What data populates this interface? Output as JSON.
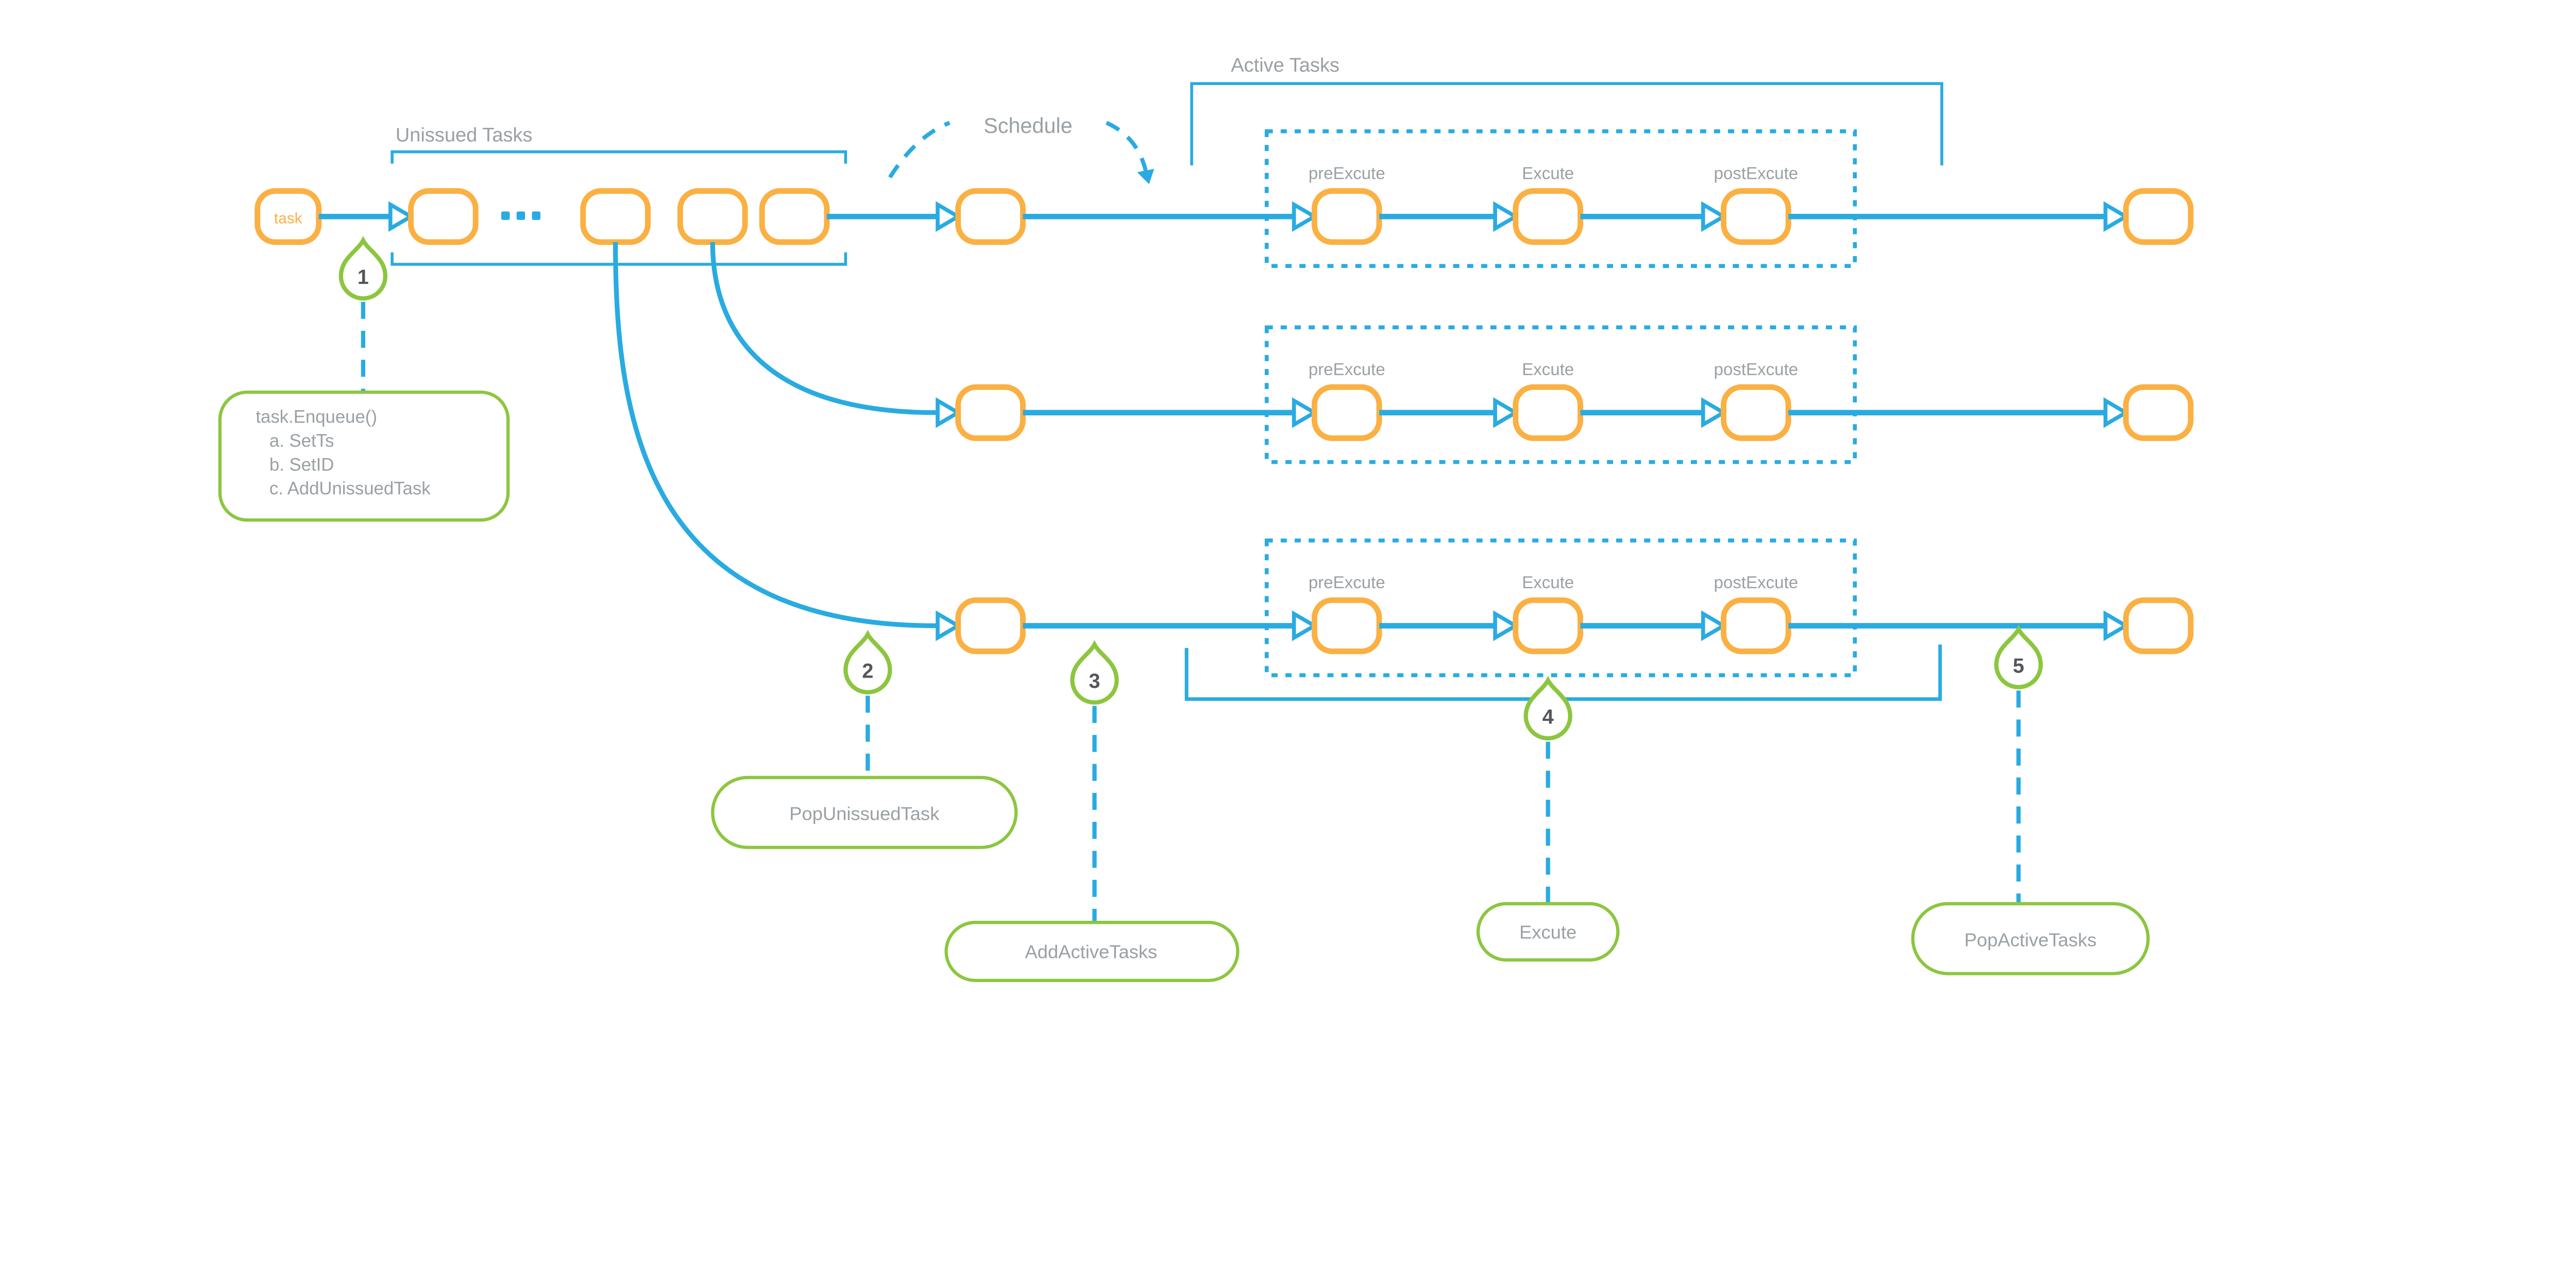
{
  "diagram": {
    "section_labels": {
      "unissued_tasks": "Unissued Tasks",
      "schedule": "Schedule",
      "active_tasks": "Active Tasks"
    },
    "task_node_label": "task",
    "stage_labels": {
      "pre": "preExcute",
      "main": "Excute",
      "post": "postExcute"
    },
    "markers": [
      {
        "number": "1",
        "note_lines": [
          "task.Enqueue()",
          "a. SetTs",
          "b. SetID",
          "c. AddUnissuedTask"
        ]
      },
      {
        "number": "2",
        "note": "PopUnissuedTask"
      },
      {
        "number": "3",
        "note": "AddActiveTasks"
      },
      {
        "number": "4",
        "note": "Excute"
      },
      {
        "number": "5",
        "note": "PopActiveTasks"
      }
    ],
    "colors": {
      "accent_blue": "#29abe2",
      "node_orange": "#fbb043",
      "marker_green": "#8cc63f",
      "text_gray": "#9aa0a4",
      "number_dark": "#54565a"
    }
  }
}
